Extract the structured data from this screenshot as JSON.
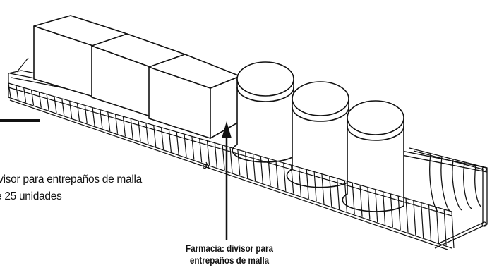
{
  "labels": {
    "left_line1": "ivisor para entrepaños de malla",
    "left_line2": "e 25 unidades",
    "callout_line1": "Farmacia: divisor para",
    "callout_line2": "entrepaños de malla"
  },
  "colors": {
    "stroke": "#111111",
    "fill": "#ffffff"
  },
  "objects": {
    "boxes": 3,
    "cylinders": 3
  }
}
